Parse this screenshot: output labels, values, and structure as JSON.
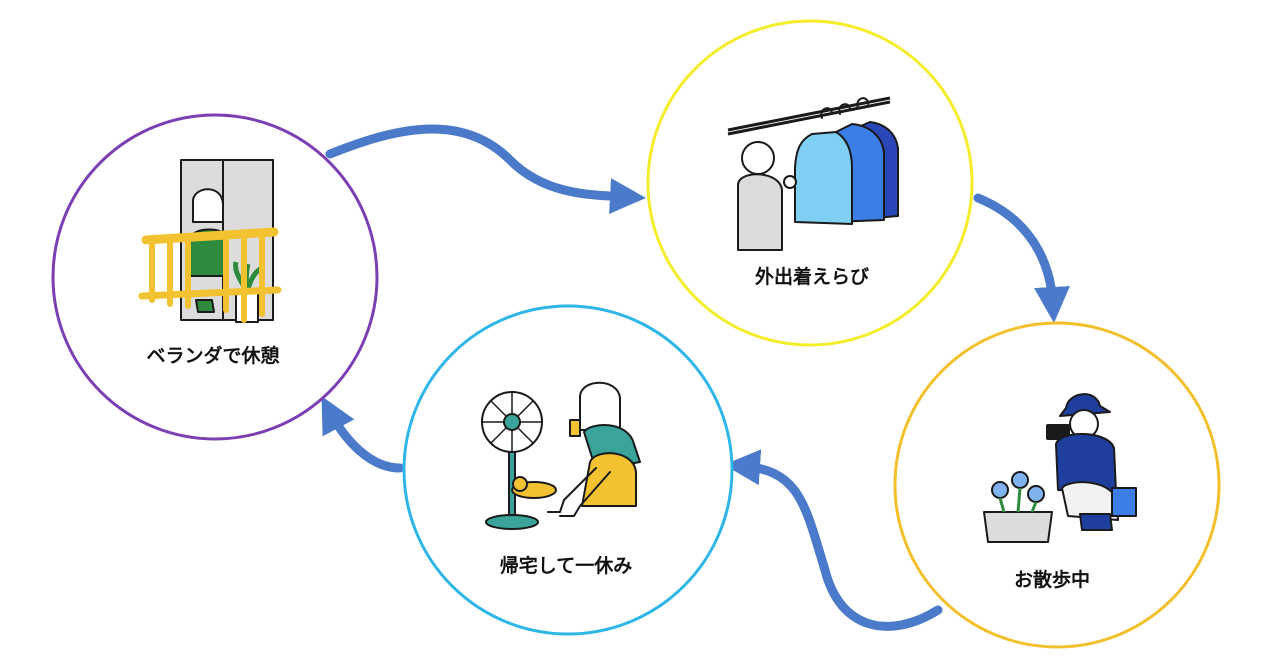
{
  "diagram": {
    "nodes": [
      {
        "id": "veranda",
        "label": "ベランダで休憩",
        "ring_color": "#7b3fb3",
        "illustration": "woman-on-balcony-illustration"
      },
      {
        "id": "clothes",
        "label": "外出着えらび",
        "ring_color": "#f5ec2a",
        "illustration": "woman-choosing-clothes-illustration"
      },
      {
        "id": "walk",
        "label": "お散歩中",
        "ring_color": "#f3c02c",
        "illustration": "woman-photographing-flowers-illustration"
      },
      {
        "id": "home",
        "label": "帰宅して一休み",
        "ring_color": "#2fb6e8",
        "illustration": "woman-resting-by-fan-illustration"
      }
    ],
    "edges": [
      {
        "from": "veranda",
        "to": "clothes"
      },
      {
        "from": "clothes",
        "to": "walk"
      },
      {
        "from": "walk",
        "to": "home"
      },
      {
        "from": "home",
        "to": "veranda"
      }
    ],
    "colors": {
      "arrow": "#4a7ac9",
      "accent_blue": "#1f3f9e",
      "accent_green": "#2e8b3e",
      "accent_yellow": "#f2c230",
      "accent_teal": "#3aa39a"
    }
  }
}
